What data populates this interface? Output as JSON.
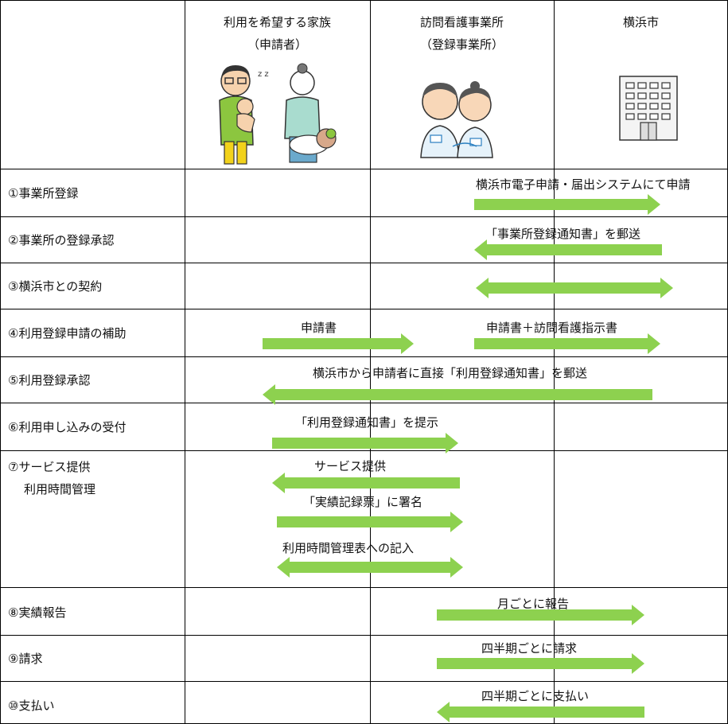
{
  "columns": [
    {
      "title": "利用を希望する家族",
      "subtitle": "（申請者）"
    },
    {
      "title": "訪問看護事業所",
      "subtitle": "（登録事業所）"
    },
    {
      "title": "横浜市",
      "subtitle": ""
    }
  ],
  "rows": [
    {
      "step": "①事業所登録",
      "step2": ""
    },
    {
      "step": "②事業所の登録承認",
      "step2": ""
    },
    {
      "step": "③横浜市との契約",
      "step2": ""
    },
    {
      "step": "④利用登録申請の補助",
      "step2": ""
    },
    {
      "step": "⑤利用登録承認",
      "step2": ""
    },
    {
      "step": "⑥利用申し込みの受付",
      "step2": ""
    },
    {
      "step": "⑦サービス提供",
      "step2": "利用時間管理"
    },
    {
      "step": "⑧実績報告",
      "step2": ""
    },
    {
      "step": "⑨請求",
      "step2": ""
    },
    {
      "step": "⑩支払い",
      "step2": ""
    }
  ],
  "flows": [
    {
      "label": "横浜市電子申請・届出システムにて申請",
      "direction": "right"
    },
    {
      "label": "「事業所登録通知書」を郵送",
      "direction": "left"
    },
    {
      "label": "",
      "direction": "both"
    },
    {
      "label": "申請書",
      "direction": "right"
    },
    {
      "label": "申請書＋訪問看護指示書",
      "direction": "right"
    },
    {
      "label": "横浜市から申請者に直接「利用登録通知書」を郵送",
      "direction": "left"
    },
    {
      "label": "「利用登録通知書」を提示",
      "direction": "right"
    },
    {
      "label": "サービス提供",
      "direction": "left"
    },
    {
      "label": "「実績記録票」に署名",
      "direction": "right"
    },
    {
      "label": "利用時間管理表への記入",
      "direction": "both"
    },
    {
      "label": "月ごとに報告",
      "direction": "right"
    },
    {
      "label": "四半期ごとに請求",
      "direction": "right"
    },
    {
      "label": "四半期ごとに支払い",
      "direction": "left"
    }
  ],
  "icons": {
    "family": "family-illustration-icon",
    "nurses": "nurses-illustration-icon",
    "city": "city-hall-building-icon"
  },
  "colors": {
    "arrow": "#8dd14f",
    "grid": "#000000"
  }
}
